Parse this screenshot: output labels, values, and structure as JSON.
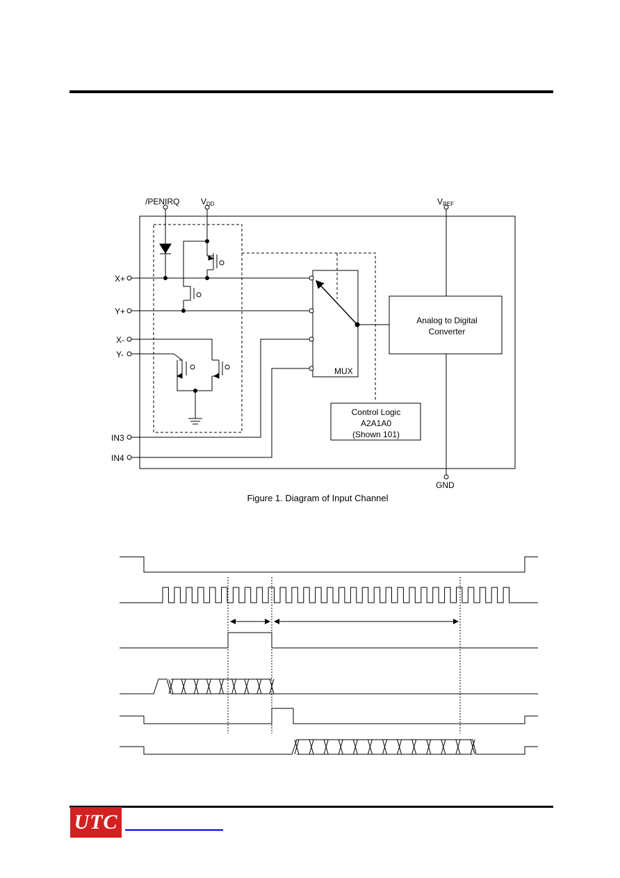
{
  "figure1": {
    "caption": "Figure 1. Diagram of Input Channel",
    "pins": {
      "penirq": "/PENIRQ",
      "vdd_main": "V",
      "vdd_sub": "DD",
      "vref_main": "V",
      "vref_sub": "REF",
      "gnd": "GND",
      "xplus": "X+",
      "yplus": "Y+",
      "xminus": "X-",
      "yminus": "Y-",
      "in3": "IN3",
      "in4": "IN4"
    },
    "mux_label": "MUX",
    "adc": {
      "line1": "Analog to Digital",
      "line2": "Converter"
    },
    "control": {
      "line1": "Control Logic",
      "line2": "A2A1A0",
      "line3": "(Shown 101)"
    }
  },
  "footer": {
    "logo_text": "UTC"
  },
  "colors": {
    "logo_bg": "#d32020",
    "link": "#0000ee",
    "ink": "#000000"
  }
}
